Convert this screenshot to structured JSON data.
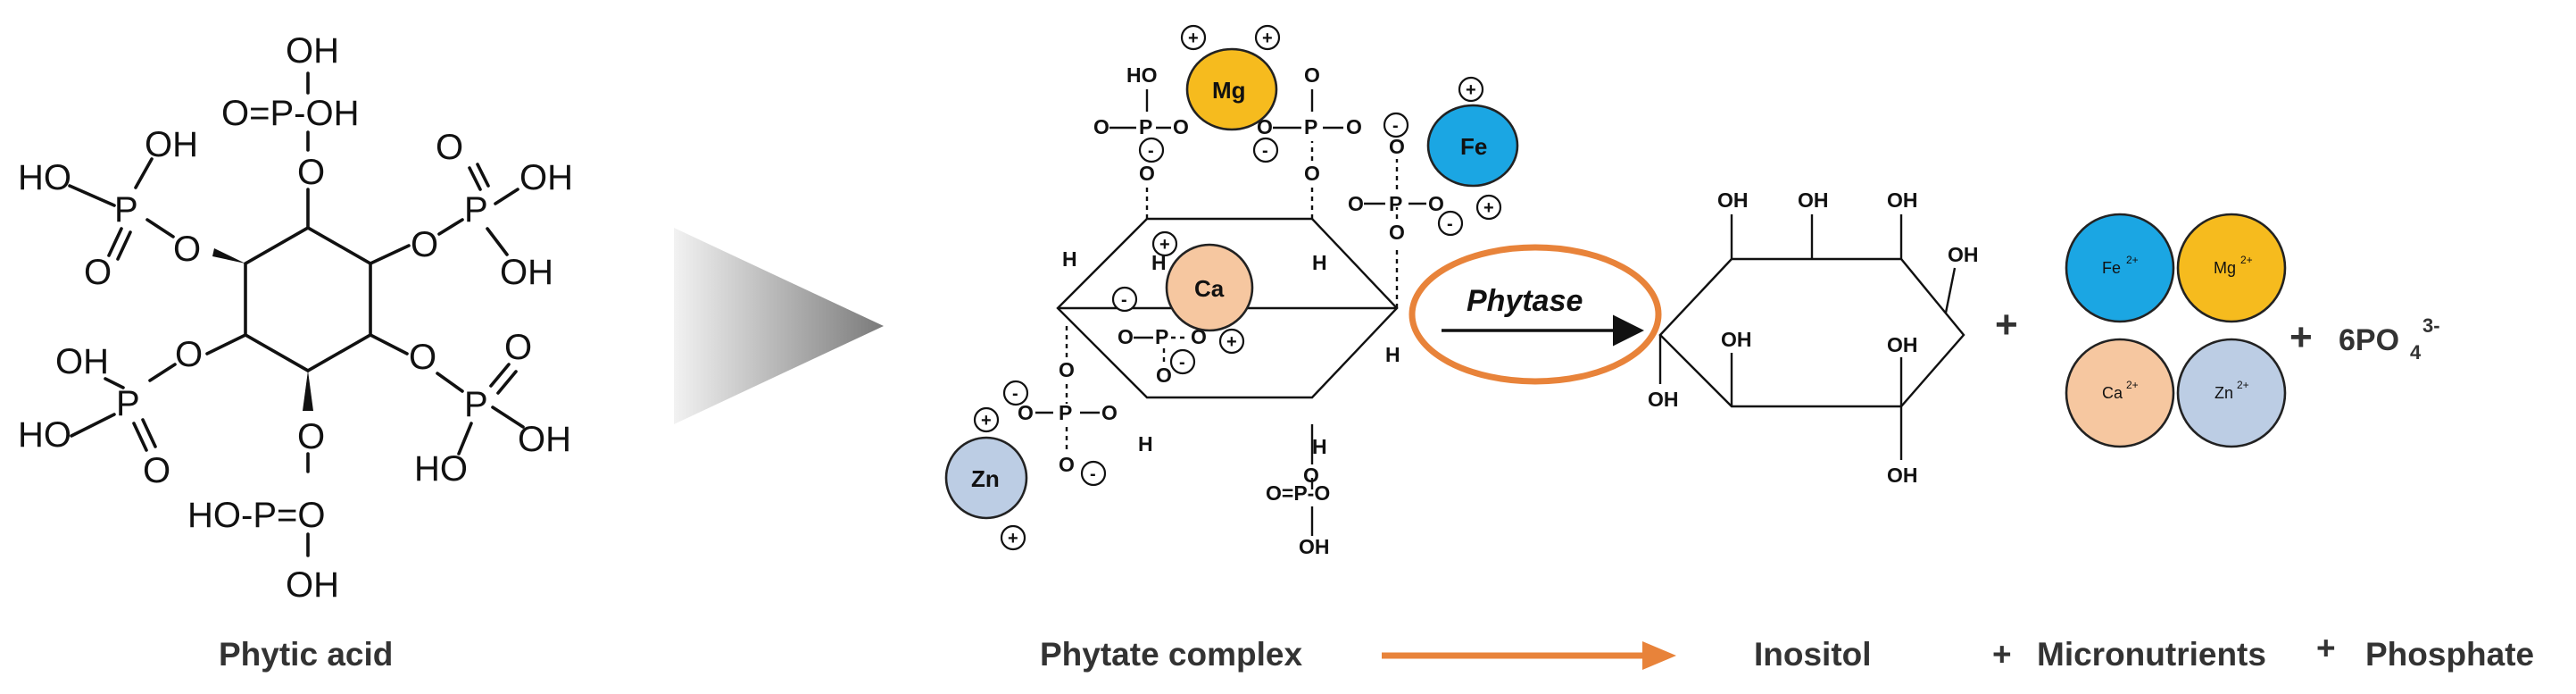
{
  "labels": {
    "phytic_acid": "Phytic acid",
    "phytate_complex": "Phytate complex",
    "inositol": "Inositol",
    "micronutrients": "Micronutrients",
    "phosphate": "Phosphate",
    "plus": "+",
    "enzyme": "Phytase",
    "phosphate_formula": "6PO",
    "phosphate_sub": "4",
    "phosphate_sup": "3-"
  },
  "atoms": {
    "oh": "OH",
    "ho": "HO",
    "o": "O",
    "p": "P",
    "h": "H",
    "o_eq_p_oh": "O=P-OH",
    "ho_p_eq_o": "HO-P=O",
    "o_p_o": "O=P-O"
  },
  "charges": {
    "positive": "+",
    "negative": "-"
  },
  "ions": {
    "mg": "Mg",
    "fe": "Fe",
    "ca": "Ca",
    "zn": "Zn",
    "fe2": "Fe",
    "mg2": "Mg",
    "ca2": "Ca",
    "zn2": "Zn",
    "two_plus": "2+"
  },
  "colors": {
    "mg": "#F6BB1E",
    "fe": "#1BA6E3",
    "ca": "#F6C7A0",
    "zn": "#BCCDE4",
    "accent_orange": "#E8833A",
    "arrow_grey_dark": "#7a7a7a",
    "arrow_grey_light": "#f2f2f2"
  }
}
